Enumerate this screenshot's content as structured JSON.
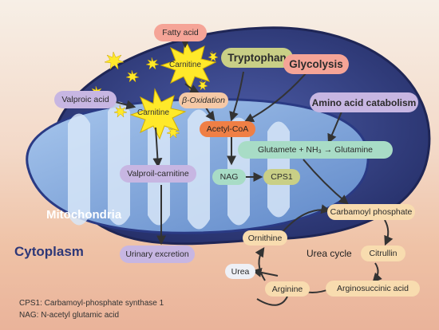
{
  "nodes": {
    "fatty_acid": "Fatty acid",
    "carnitine_1": "Carnitine",
    "tryptophan": "Tryptophan",
    "glycolysis": "Glycolysis",
    "valproic_acid": "Valproic acid",
    "carnitine_2": "Carnitine",
    "beta_oxidation": "β-Oxidation",
    "amino_acid_catabolism": "Amino acid catabolism",
    "acetyl_coa": "Acetyl-CoA",
    "glutamine_reaction": "Glutamete + NH₃ → Glutamine",
    "nag": "NAG",
    "cps1": "CPS1",
    "valproil_carnitine": "Valproil-carnitine",
    "urinary_excretion": "Urinary excretion",
    "carbamoyl_phosphate": "Carbamoyl phosphate",
    "ornithine": "Ornithine",
    "citrullin": "Citrullin",
    "urea": "Urea",
    "arginine": "Arginine",
    "argininosuccinic_acid": "Arginosuccinic acid"
  },
  "labels": {
    "mitochondria": "Mitochondria",
    "cytoplasm": "Cytoplasm",
    "urea_cycle": "Urea cycle"
  },
  "legend": {
    "line1": "CPS1: Carbamoyl-phosphate synthase 1",
    "line2": "NAG: N-acetyl glutamic acid"
  },
  "colors": {
    "salmon": "#f5a497",
    "peach": "#f6c9a6",
    "olive": "#c9cf86",
    "lavender": "#c7b6e2",
    "orange": "#ef7f45",
    "mint": "#a8dcc6",
    "cream": "#f8dcaf",
    "light": "#eef0f6",
    "membrane": "#2e3878",
    "matrix": "#7fa9dc",
    "star": "#ffe92a"
  }
}
